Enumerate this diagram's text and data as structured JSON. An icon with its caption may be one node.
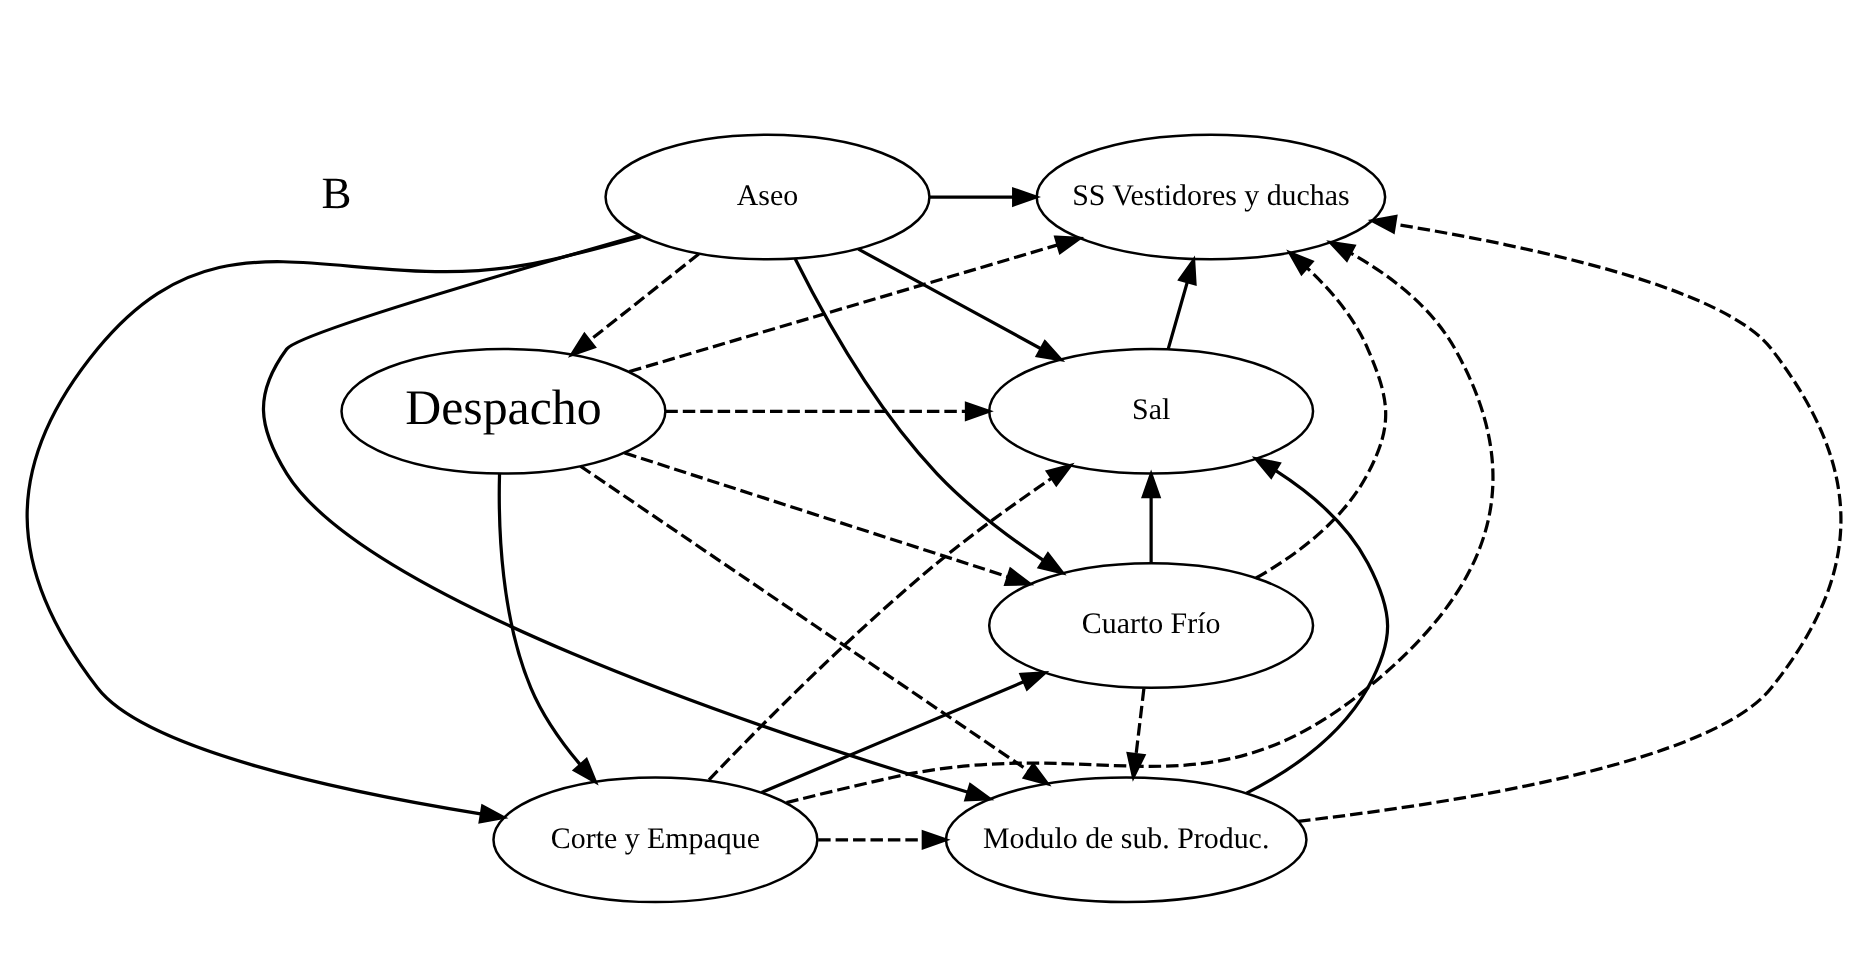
{
  "diagram": {
    "nodes": [
      {
        "text": [
          "SS Vestidores y duchas"
        ]
      },
      {
        "text": [
          "Aseo"
        ]
      },
      {
        "text": [
          "Sal"
        ]
      },
      {
        "text": [
          "Despacho"
        ]
      },
      {
        "text": [
          "Modulo de sub. Produc."
        ]
      },
      {
        "text": [
          "Corte y Empaque"
        ]
      },
      {
        "text": [
          "Cuarto Frío"
        ]
      }
    ],
    "edges": [
      {
        "from": 2,
        "to": 0,
        "arrow": "to"
      },
      {
        "from": 1,
        "to": 0,
        "arrow": "to"
      },
      {
        "from": 1,
        "to": 2,
        "arrow": "to"
      },
      {
        "from": 1,
        "to": 4,
        "arrow": "to"
      },
      {
        "from": 1,
        "to": 6,
        "arrow": "to"
      },
      {
        "from": 1,
        "to": 5,
        "arrow": "to"
      },
      {
        "from": 1,
        "to": 3,
        "arrow": "to",
        "style": "dashed"
      },
      {
        "from": 3,
        "to": 0,
        "arrow": "to",
        "style": "dashed"
      },
      {
        "from": 5,
        "to": 0,
        "arrow": "to",
        "style": "dashed"
      },
      {
        "from": 4,
        "to": 0,
        "arrow": "to",
        "style": "dashed"
      },
      {
        "from": 6,
        "to": 0,
        "arrow": "to",
        "style": "dashed"
      },
      {
        "from": 3,
        "to": 2,
        "arrow": "to",
        "style": "dashed"
      },
      {
        "from": 5,
        "to": 2,
        "arrow": "to",
        "style": "dashed"
      },
      {
        "from": 4,
        "to": 2,
        "arrow": "to"
      },
      {
        "from": 6,
        "to": 2,
        "arrow": "to"
      },
      {
        "from": 3,
        "to": 5,
        "arrow": "to"
      },
      {
        "from": 3,
        "to": 4,
        "arrow": "to",
        "style": "dashed"
      },
      {
        "from": 3,
        "to": 6,
        "arrow": "to",
        "style": "dashed"
      },
      {
        "from": 5,
        "to": 4,
        "arrow": "to",
        "style": "dashed"
      },
      {
        "from": 6,
        "to": 4,
        "arrow": "to",
        "style": "dashed"
      },
      {
        "from": 5,
        "to": 6,
        "arrow": "to"
      }
    ],
    "labels": [
      "B"
    ]
  }
}
